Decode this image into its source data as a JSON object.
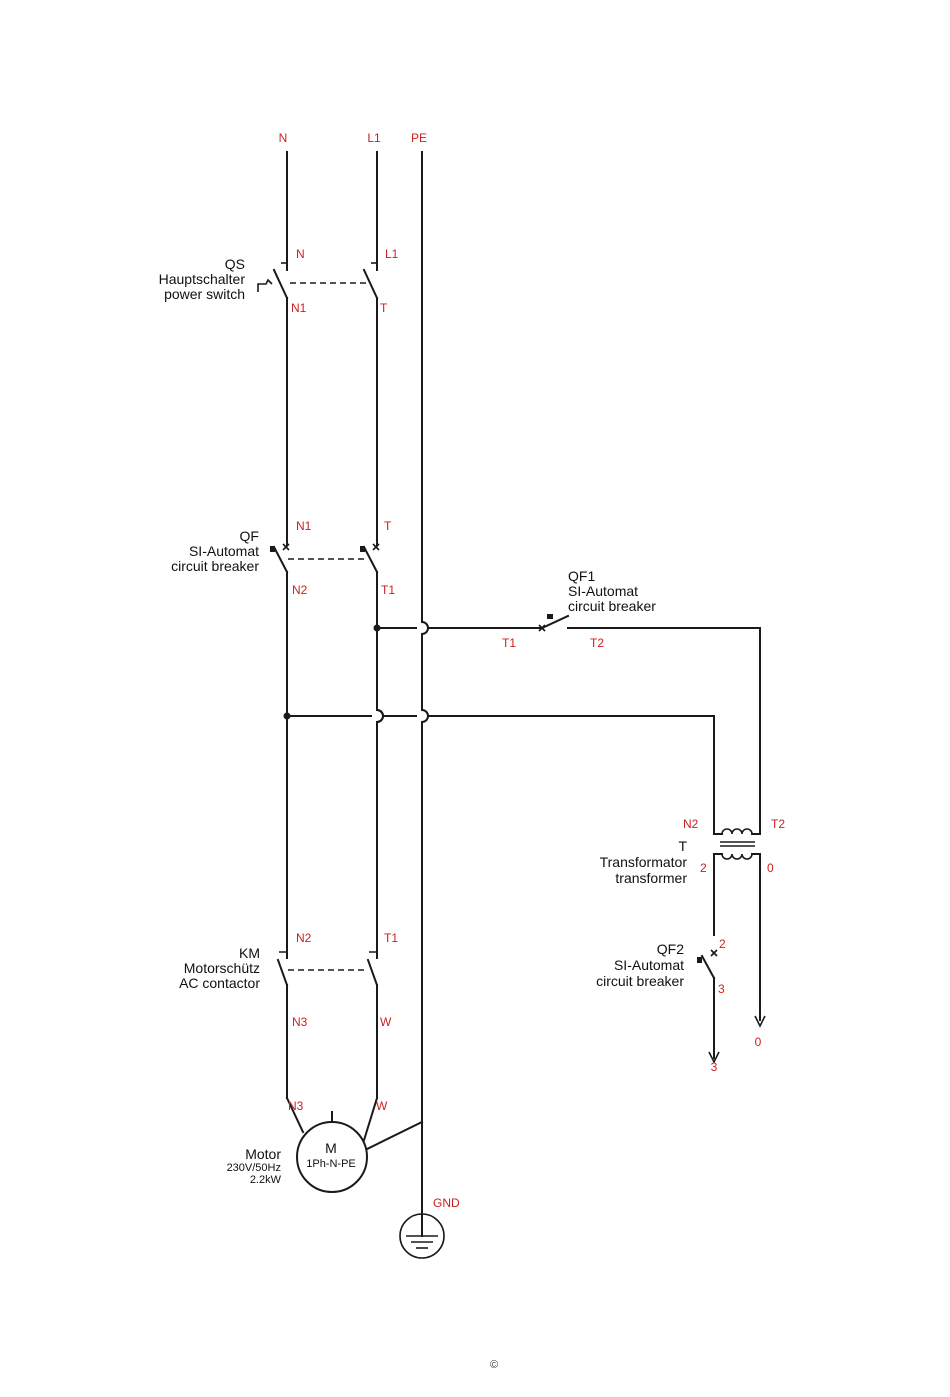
{
  "bus_labels": {
    "n": "N",
    "l1": "L1",
    "pe": "PE"
  },
  "qs": {
    "code": "QS",
    "name_de": "Hauptschalter",
    "name_en": "power switch",
    "top_n": "N",
    "top_l": "L1",
    "bot_n": "N1",
    "bot_l": "T"
  },
  "qf": {
    "code": "QF",
    "name_de": "SI-Automat",
    "name_en": "circuit breaker",
    "top_n": "N1",
    "top_l": "T",
    "bot_n": "N2",
    "bot_l": "T1"
  },
  "qf1": {
    "code": "QF1",
    "name_de": "SI-Automat",
    "name_en": "circuit breaker",
    "in": "T1",
    "out": "T2"
  },
  "transformer": {
    "code": "T",
    "name_de": "Transformator",
    "name_en": "transformer",
    "pri_left": "N2",
    "pri_right": "T2",
    "sec_left": "2",
    "sec_right": "0"
  },
  "qf2": {
    "code": "QF2",
    "name_de": "SI-Automat",
    "name_en": "circuit breaker",
    "top": "2",
    "bot": "3"
  },
  "outputs": {
    "out3": "3",
    "out0": "0"
  },
  "km": {
    "code": "KM",
    "name_de": "Motorschütz",
    "name_en": "AC contactor",
    "top_n": "N2",
    "top_l": "T1",
    "bot_n": "N3",
    "bot_l": "W"
  },
  "motor": {
    "name": "Motor",
    "voltage": "230V/50Hz",
    "power": "2.2kW",
    "symbol": "M",
    "type": "1Ph-N-PE",
    "term_n": "N3",
    "term_w": "W"
  },
  "ground": {
    "label": "GND"
  },
  "footer": {
    "copyright": "©"
  }
}
